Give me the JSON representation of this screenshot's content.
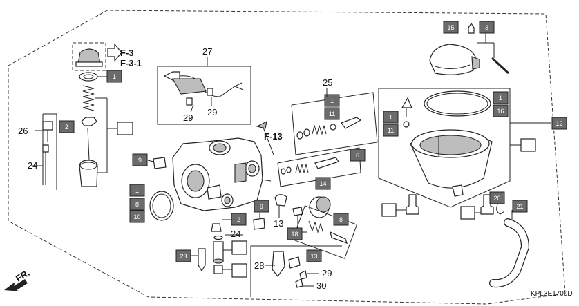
{
  "ref_boxes": [
    {
      "id": "b-1a",
      "text": "1"
    },
    {
      "id": "b-2a",
      "text": "2"
    },
    {
      "id": "b-9a",
      "text": "9"
    },
    {
      "id": "b-1b",
      "text": "1"
    },
    {
      "id": "b-8",
      "text": "8"
    },
    {
      "id": "b-10",
      "text": "10"
    },
    {
      "id": "b-9b",
      "text": "9"
    },
    {
      "id": "b-2b",
      "text": "2"
    },
    {
      "id": "b-23",
      "text": "23"
    },
    {
      "id": "b-1c",
      "text": "1"
    },
    {
      "id": "b-11a",
      "text": "11"
    },
    {
      "id": "b-6",
      "text": "6"
    },
    {
      "id": "b-14",
      "text": "14"
    },
    {
      "id": "b-18",
      "text": "18"
    },
    {
      "id": "b-8b",
      "text": "8"
    },
    {
      "id": "b-13",
      "text": "13"
    },
    {
      "id": "b-15",
      "text": "15"
    },
    {
      "id": "b-3",
      "text": "3"
    },
    {
      "id": "b-1d",
      "text": "1"
    },
    {
      "id": "b-16",
      "text": "16"
    },
    {
      "id": "b-1e",
      "text": "1"
    },
    {
      "id": "b-11b",
      "text": "11"
    },
    {
      "id": "b-12",
      "text": "12"
    },
    {
      "id": "b-20",
      "text": "20"
    },
    {
      "id": "b-21",
      "text": "21"
    }
  ],
  "callouts": {
    "f3": "F-3",
    "f31": "F-3-1",
    "f13": "F-13",
    "fr": "FR.",
    "n27": "27",
    "n29a": "29",
    "n29b": "29",
    "n26": "26",
    "n24a": "24",
    "n24b": "24",
    "n25": "25",
    "n13": "13",
    "n28": "28",
    "n29c": "29",
    "n30": "30"
  },
  "diagram_code": "KPL3E1700D"
}
